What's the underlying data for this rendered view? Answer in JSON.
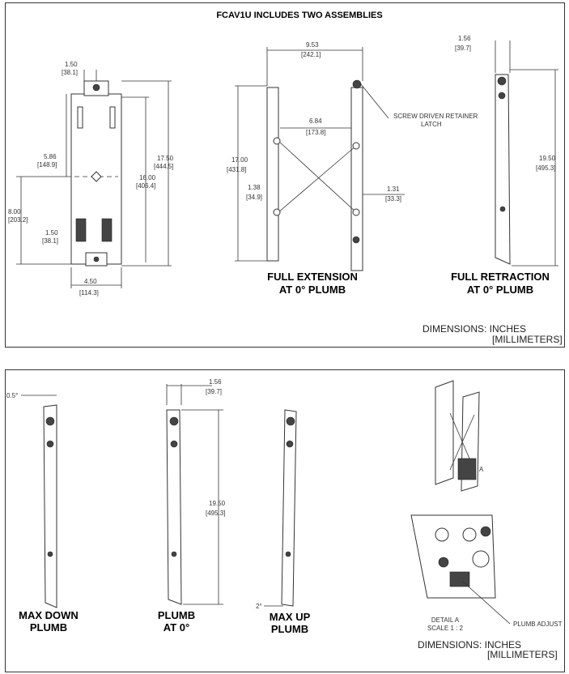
{
  "title": "FCAV1U INCLUDES TWO ASSEMBLIES",
  "top_panel": {
    "front_view": {
      "dims": {
        "top_offset": [
          "1.50",
          "[38.1]"
        ],
        "height_upper": [
          "5.86",
          "[148.9]"
        ],
        "height_overall": [
          "17.50",
          "[444.5]"
        ],
        "height_mid": [
          "16.00",
          "[406.4]"
        ],
        "height_lower": [
          "8.00",
          "[203.2]"
        ],
        "bottom_offset": [
          "1.50",
          "[38.1]"
        ],
        "width": [
          "4.50",
          "[114.3]"
        ]
      }
    },
    "full_extension": {
      "label_line1": "FULL EXTENSION",
      "label_line2": "AT 0° PLUMB",
      "dims": {
        "width": [
          "9.53",
          "[242.1]"
        ],
        "inner": [
          "6.84",
          "[173.8]"
        ],
        "height": [
          "17.00",
          "[431.8]"
        ],
        "left_offset": [
          "1.38",
          "[34.9]"
        ],
        "right_offset": [
          "1.31",
          "[33.3]"
        ]
      },
      "callout_line1": "SCREW DRIVEN RETAINER",
      "callout_line2": "LATCH"
    },
    "full_retraction": {
      "label_line1": "FULL RETRACTION",
      "label_line2": "AT 0° PLUMB",
      "dims": {
        "depth": [
          "1.56",
          "[39.7]"
        ],
        "height": [
          "19.50",
          "[495.3]"
        ]
      }
    },
    "dimensions_note": {
      "line1": "DIMENSIONS:      INCHES",
      "line2": "[MILLIMETERS]"
    }
  },
  "bottom_panel": {
    "max_down": {
      "label_line1": "MAX DOWN",
      "label_line2": "PLUMB",
      "angle": "0.5°"
    },
    "plumb": {
      "label_line1": "PLUMB",
      "label_line2": "AT 0°",
      "dims": {
        "depth": [
          "1.56",
          "[39.7]"
        ],
        "height": [
          "19.50",
          "[495.3]"
        ]
      }
    },
    "max_up": {
      "label_line1": "MAX UP",
      "label_line2": "PLUMB",
      "angle": "2°"
    },
    "detail": {
      "label_line1": "DETAIL A",
      "label_line2": "SCALE 1 : 2",
      "marker": "A",
      "callout": "PLUMB ADJUST"
    },
    "dimensions_note": {
      "line1": "DIMENSIONS:      INCHES",
      "line2": "[MILLIMETERS]"
    }
  }
}
